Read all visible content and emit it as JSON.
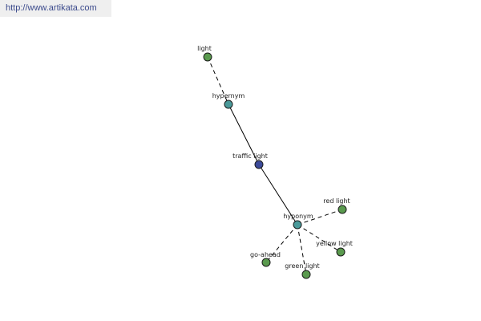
{
  "header": {
    "source_url": "http://www.artikata.com"
  },
  "colors": {
    "leaf_node": "#5a9a4e",
    "relation_node": "#4a9a9a",
    "root_node": "#3c4a9a",
    "edge": "#000000"
  },
  "graph": {
    "nodes": [
      {
        "id": "light",
        "label": "light",
        "kind": "leaf"
      },
      {
        "id": "hypernym",
        "label": "hypernym",
        "kind": "relation"
      },
      {
        "id": "traffic-light",
        "label": "traffic light",
        "kind": "root"
      },
      {
        "id": "hyponym",
        "label": "hyponym",
        "kind": "relation"
      },
      {
        "id": "red-light",
        "label": "red light",
        "kind": "leaf"
      },
      {
        "id": "yellow-light",
        "label": "yellow light",
        "kind": "leaf"
      },
      {
        "id": "go-ahead",
        "label": "go-ahead",
        "kind": "leaf"
      },
      {
        "id": "green-light",
        "label": "green light",
        "kind": "leaf"
      }
    ],
    "edges": [
      {
        "from": "light",
        "to": "hypernym",
        "style": "dashed"
      },
      {
        "from": "hypernym",
        "to": "traffic-light",
        "style": "solid"
      },
      {
        "from": "traffic-light",
        "to": "hyponym",
        "style": "solid"
      },
      {
        "from": "hyponym",
        "to": "red-light",
        "style": "dashed"
      },
      {
        "from": "hyponym",
        "to": "yellow-light",
        "style": "dashed"
      },
      {
        "from": "hyponym",
        "to": "go-ahead",
        "style": "dashed"
      },
      {
        "from": "hyponym",
        "to": "green-light",
        "style": "dashed"
      }
    ]
  }
}
